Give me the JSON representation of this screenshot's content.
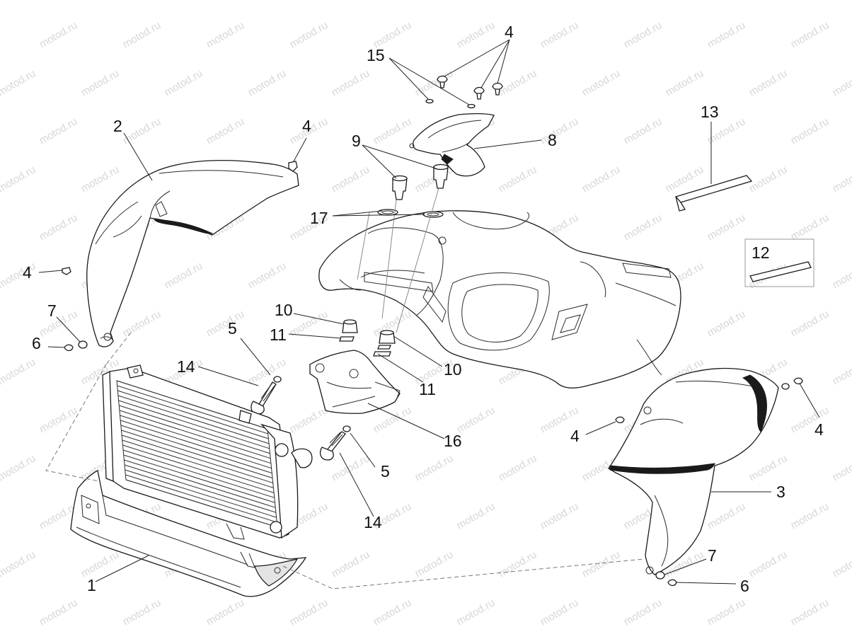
{
  "diagram": {
    "watermark": "motod.ru",
    "callouts": [
      {
        "id": "c1",
        "label": "1"
      },
      {
        "id": "c2",
        "label": "2"
      },
      {
        "id": "c3",
        "label": "3"
      },
      {
        "id": "c4a",
        "label": "4"
      },
      {
        "id": "c4b",
        "label": "4"
      },
      {
        "id": "c4c",
        "label": "4"
      },
      {
        "id": "c4d",
        "label": "4"
      },
      {
        "id": "c4e",
        "label": "4"
      },
      {
        "id": "c5a",
        "label": "5"
      },
      {
        "id": "c5b",
        "label": "5"
      },
      {
        "id": "c6a",
        "label": "6"
      },
      {
        "id": "c6b",
        "label": "6"
      },
      {
        "id": "c7a",
        "label": "7"
      },
      {
        "id": "c7b",
        "label": "7"
      },
      {
        "id": "c8",
        "label": "8"
      },
      {
        "id": "c9",
        "label": "9"
      },
      {
        "id": "c10a",
        "label": "10"
      },
      {
        "id": "c10b",
        "label": "10"
      },
      {
        "id": "c11a",
        "label": "11"
      },
      {
        "id": "c11b",
        "label": "11"
      },
      {
        "id": "c12",
        "label": "12"
      },
      {
        "id": "c13",
        "label": "13"
      },
      {
        "id": "c14a",
        "label": "14"
      },
      {
        "id": "c14b",
        "label": "14"
      },
      {
        "id": "c15",
        "label": "15"
      },
      {
        "id": "c16",
        "label": "16"
      },
      {
        "id": "c17",
        "label": "17"
      }
    ]
  }
}
